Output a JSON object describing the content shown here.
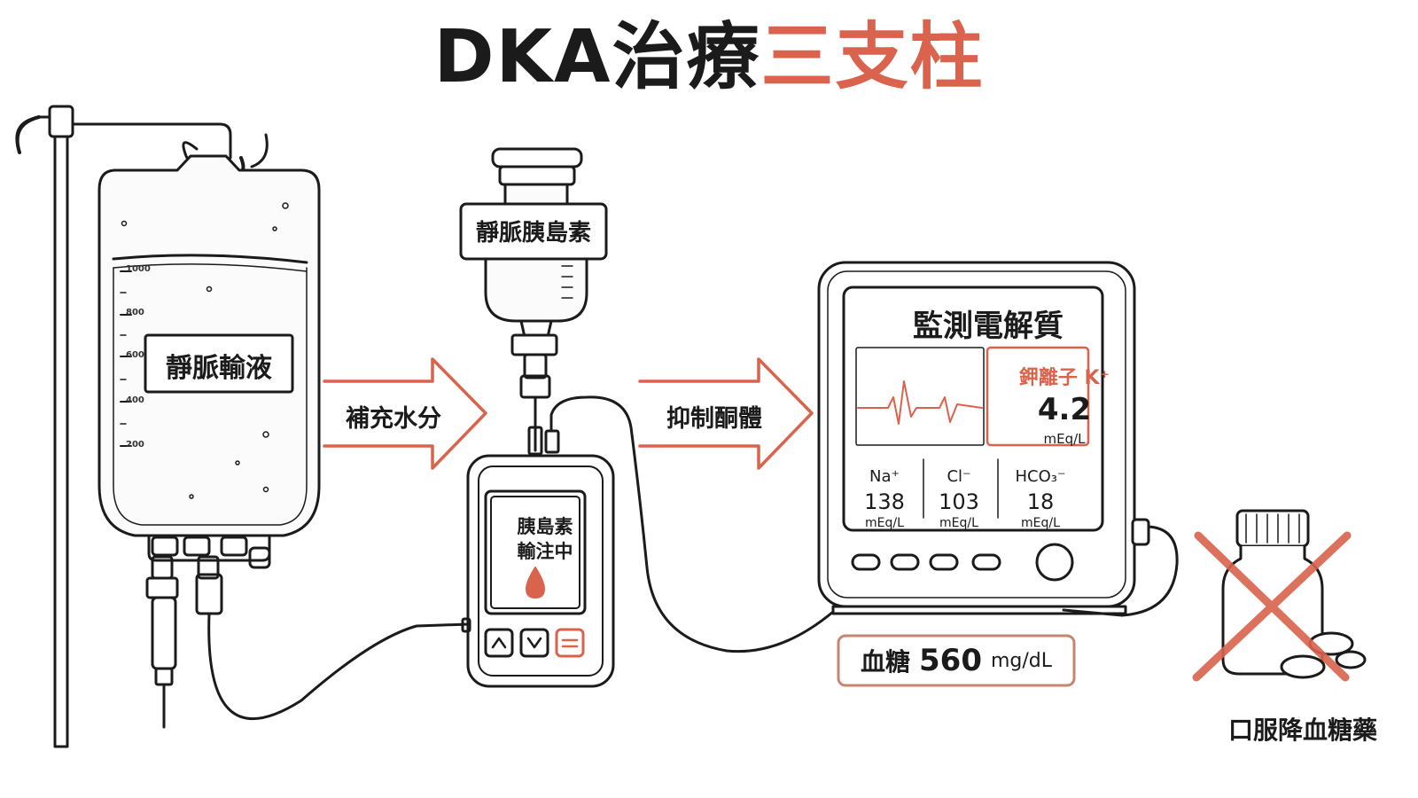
{
  "title": {
    "main": "DKA治療",
    "accent": "三支柱"
  },
  "iv_bag": {
    "label": "靜脈輸液",
    "ticks": [
      "1000",
      "800",
      "600",
      "400",
      "200"
    ]
  },
  "arrow_1": {
    "label": "補充水分"
  },
  "insulin_vial": {
    "label": "靜脈胰島素"
  },
  "pump": {
    "line1": "胰島素",
    "line2": "輸注中",
    "icon": "blood-drop-icon"
  },
  "arrow_2": {
    "label": "抑制酮體"
  },
  "monitor": {
    "title": "監測電解質",
    "potassium": {
      "label": "鉀離子 K⁺",
      "value": "4.2",
      "unit": "mEq/L"
    },
    "electrolytes": [
      {
        "name": "Na⁺",
        "value": "138",
        "unit": "mEq/L"
      },
      {
        "name": "Cl⁻",
        "value": "103",
        "unit": "mEq/L"
      },
      {
        "name": "HCO₃⁻",
        "value": "18",
        "unit": "mEq/L"
      }
    ]
  },
  "glucose": {
    "label": "血糖",
    "value": "560",
    "unit": "mg/dL"
  },
  "oral_drug": {
    "label": "口服降血糖藥",
    "icon": "cross-out-icon"
  },
  "colors": {
    "accent": "#d9634c",
    "ink": "#1b1b1b"
  }
}
